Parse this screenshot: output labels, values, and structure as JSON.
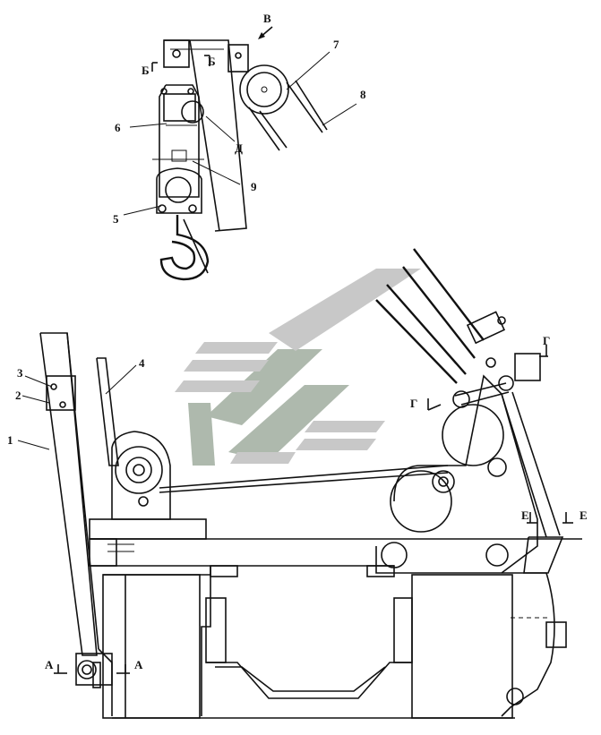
{
  "labels": {
    "n1": "1",
    "n2": "2",
    "n3": "3",
    "n4": "4",
    "n5": "5",
    "n6": "6",
    "n7": "7",
    "n8": "8",
    "n9": "9",
    "view_b": "Б",
    "view_v": "В",
    "view_g": "Г",
    "view_d": "Д",
    "view_e": "Е",
    "view_a": "А"
  }
}
